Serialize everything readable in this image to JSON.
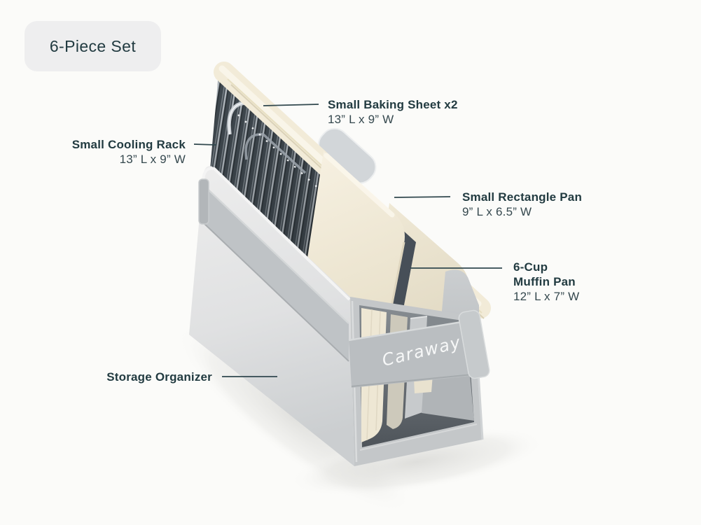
{
  "badge": {
    "label": "6-Piece Set"
  },
  "product": {
    "brand_logo": "Caraway"
  },
  "callouts": {
    "baking_sheet": {
      "title": "Small Baking Sheet x2",
      "dims": "13” L x 9” W"
    },
    "cooling_rack": {
      "title": "Small Cooling Rack",
      "dims": "13” L x 9” W"
    },
    "rectangle_pan": {
      "title": "Small Rectangle Pan",
      "dims": "9” L x 6.5” W"
    },
    "muffin_pan": {
      "title_line1": "6-Cup",
      "title_line2": "Muffin Pan",
      "dims": "12” L x 7” W"
    },
    "storage_organizer": {
      "title": "Storage Organizer"
    }
  },
  "palette": {
    "background": "#fbfbf9",
    "badge_bg": "#eeeeef",
    "label_text": "#223b41",
    "leader_line": "#31484e",
    "cream_pan": "#f2ebd8",
    "dark_pan": "#414a51",
    "organizer_gray": "#c7cacc",
    "logo_text": "#f7f8f8"
  }
}
